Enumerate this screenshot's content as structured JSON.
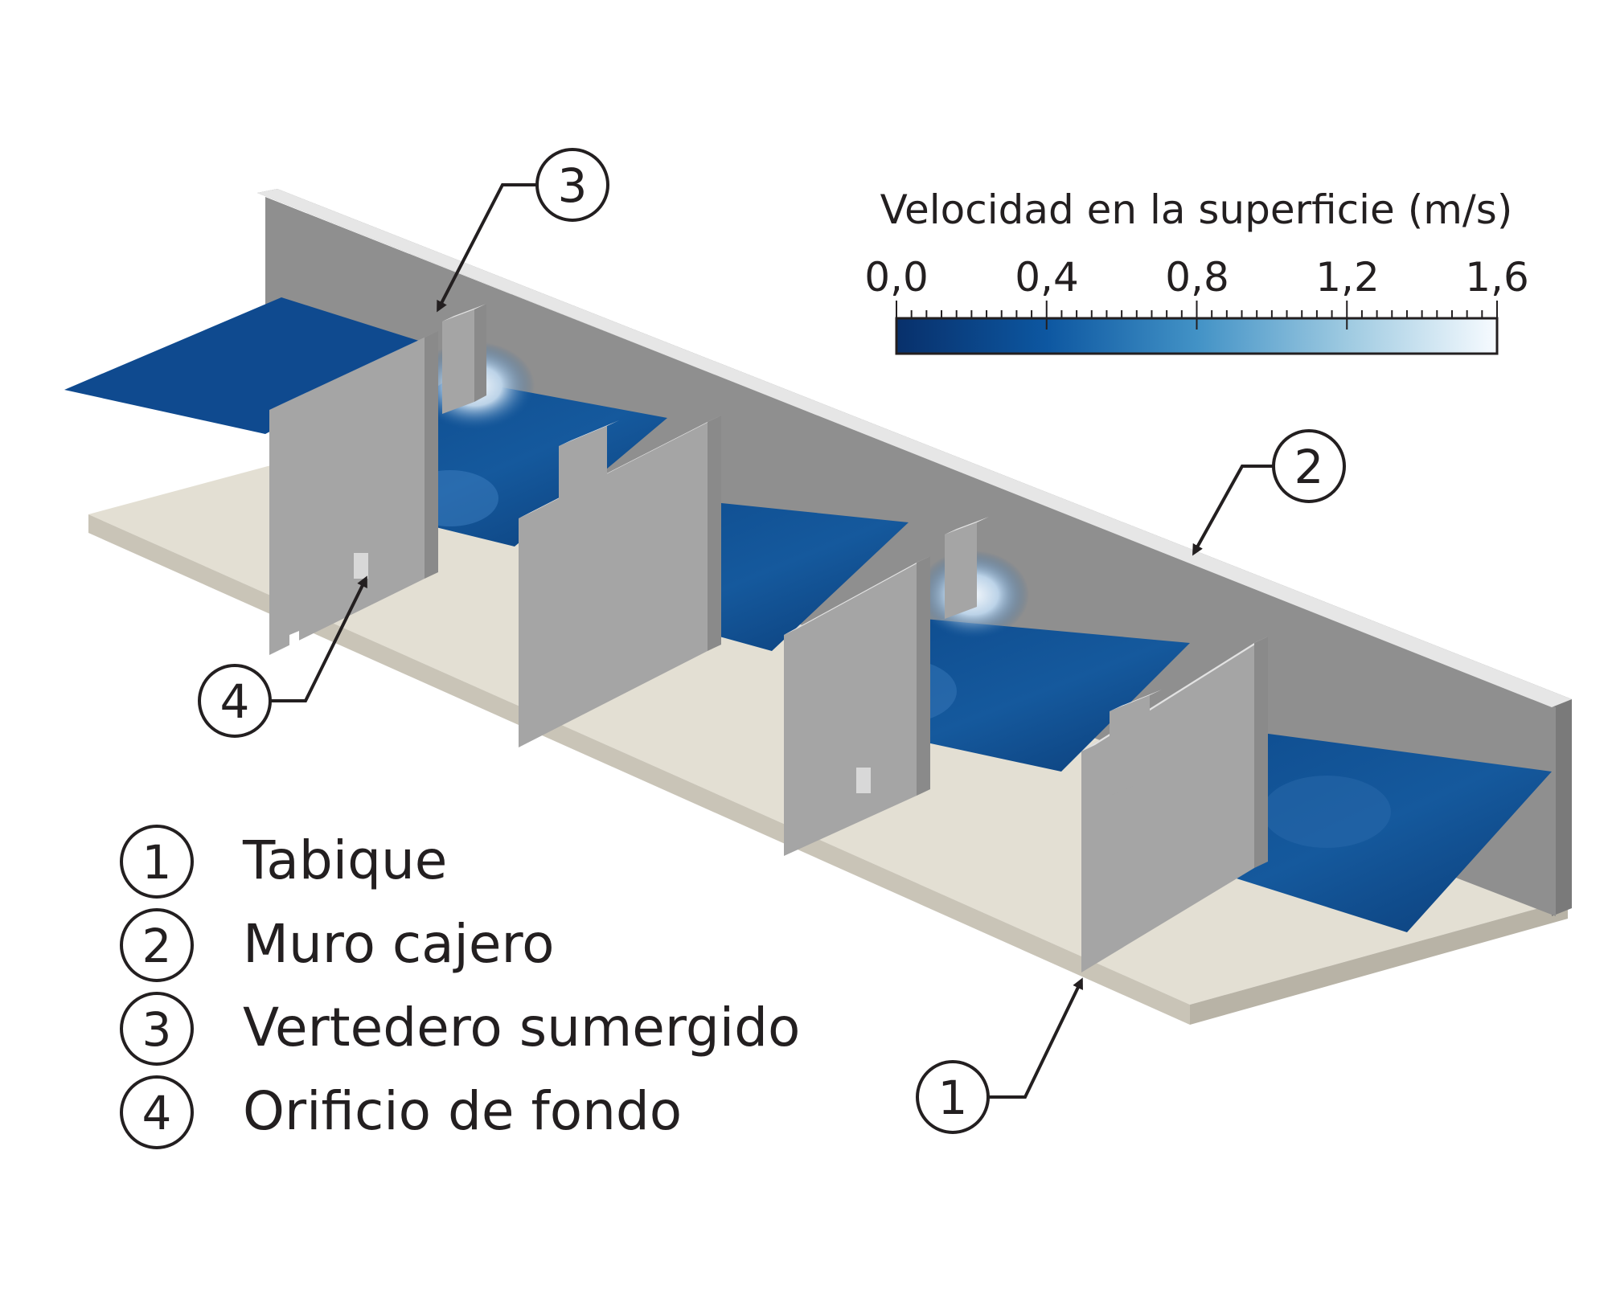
{
  "colorbar": {
    "title": "Velocidad en la superficie (m/s)",
    "ticks": [
      "0,0",
      "0,4",
      "0,8",
      "1,2",
      "1,6"
    ],
    "range": [
      0.0,
      1.6
    ],
    "colors": [
      "#08306b",
      "#0d57a1",
      "#4292c6",
      "#9ecae1",
      "#f7fbff"
    ]
  },
  "callouts": {
    "c1": "1",
    "c2": "2",
    "c3": "3",
    "c4": "4"
  },
  "legend": [
    {
      "num": "1",
      "label": "Tabique"
    },
    {
      "num": "2",
      "label": "Muro cajero"
    },
    {
      "num": "3",
      "label": "Vertedero sumergido"
    },
    {
      "num": "4",
      "label": "Orificio de fondo"
    }
  ],
  "colors": {
    "floor": "#e3dfd3",
    "floor_edge": "#c9c4b7",
    "wall": "#8c8c8c",
    "wall_face": "#a3a3a3",
    "wall_top": "#dddddd",
    "water_dark": "#0b3d78",
    "water_mid": "#15599d",
    "water_light": "#e8f0f8",
    "ink": "#231f20"
  }
}
